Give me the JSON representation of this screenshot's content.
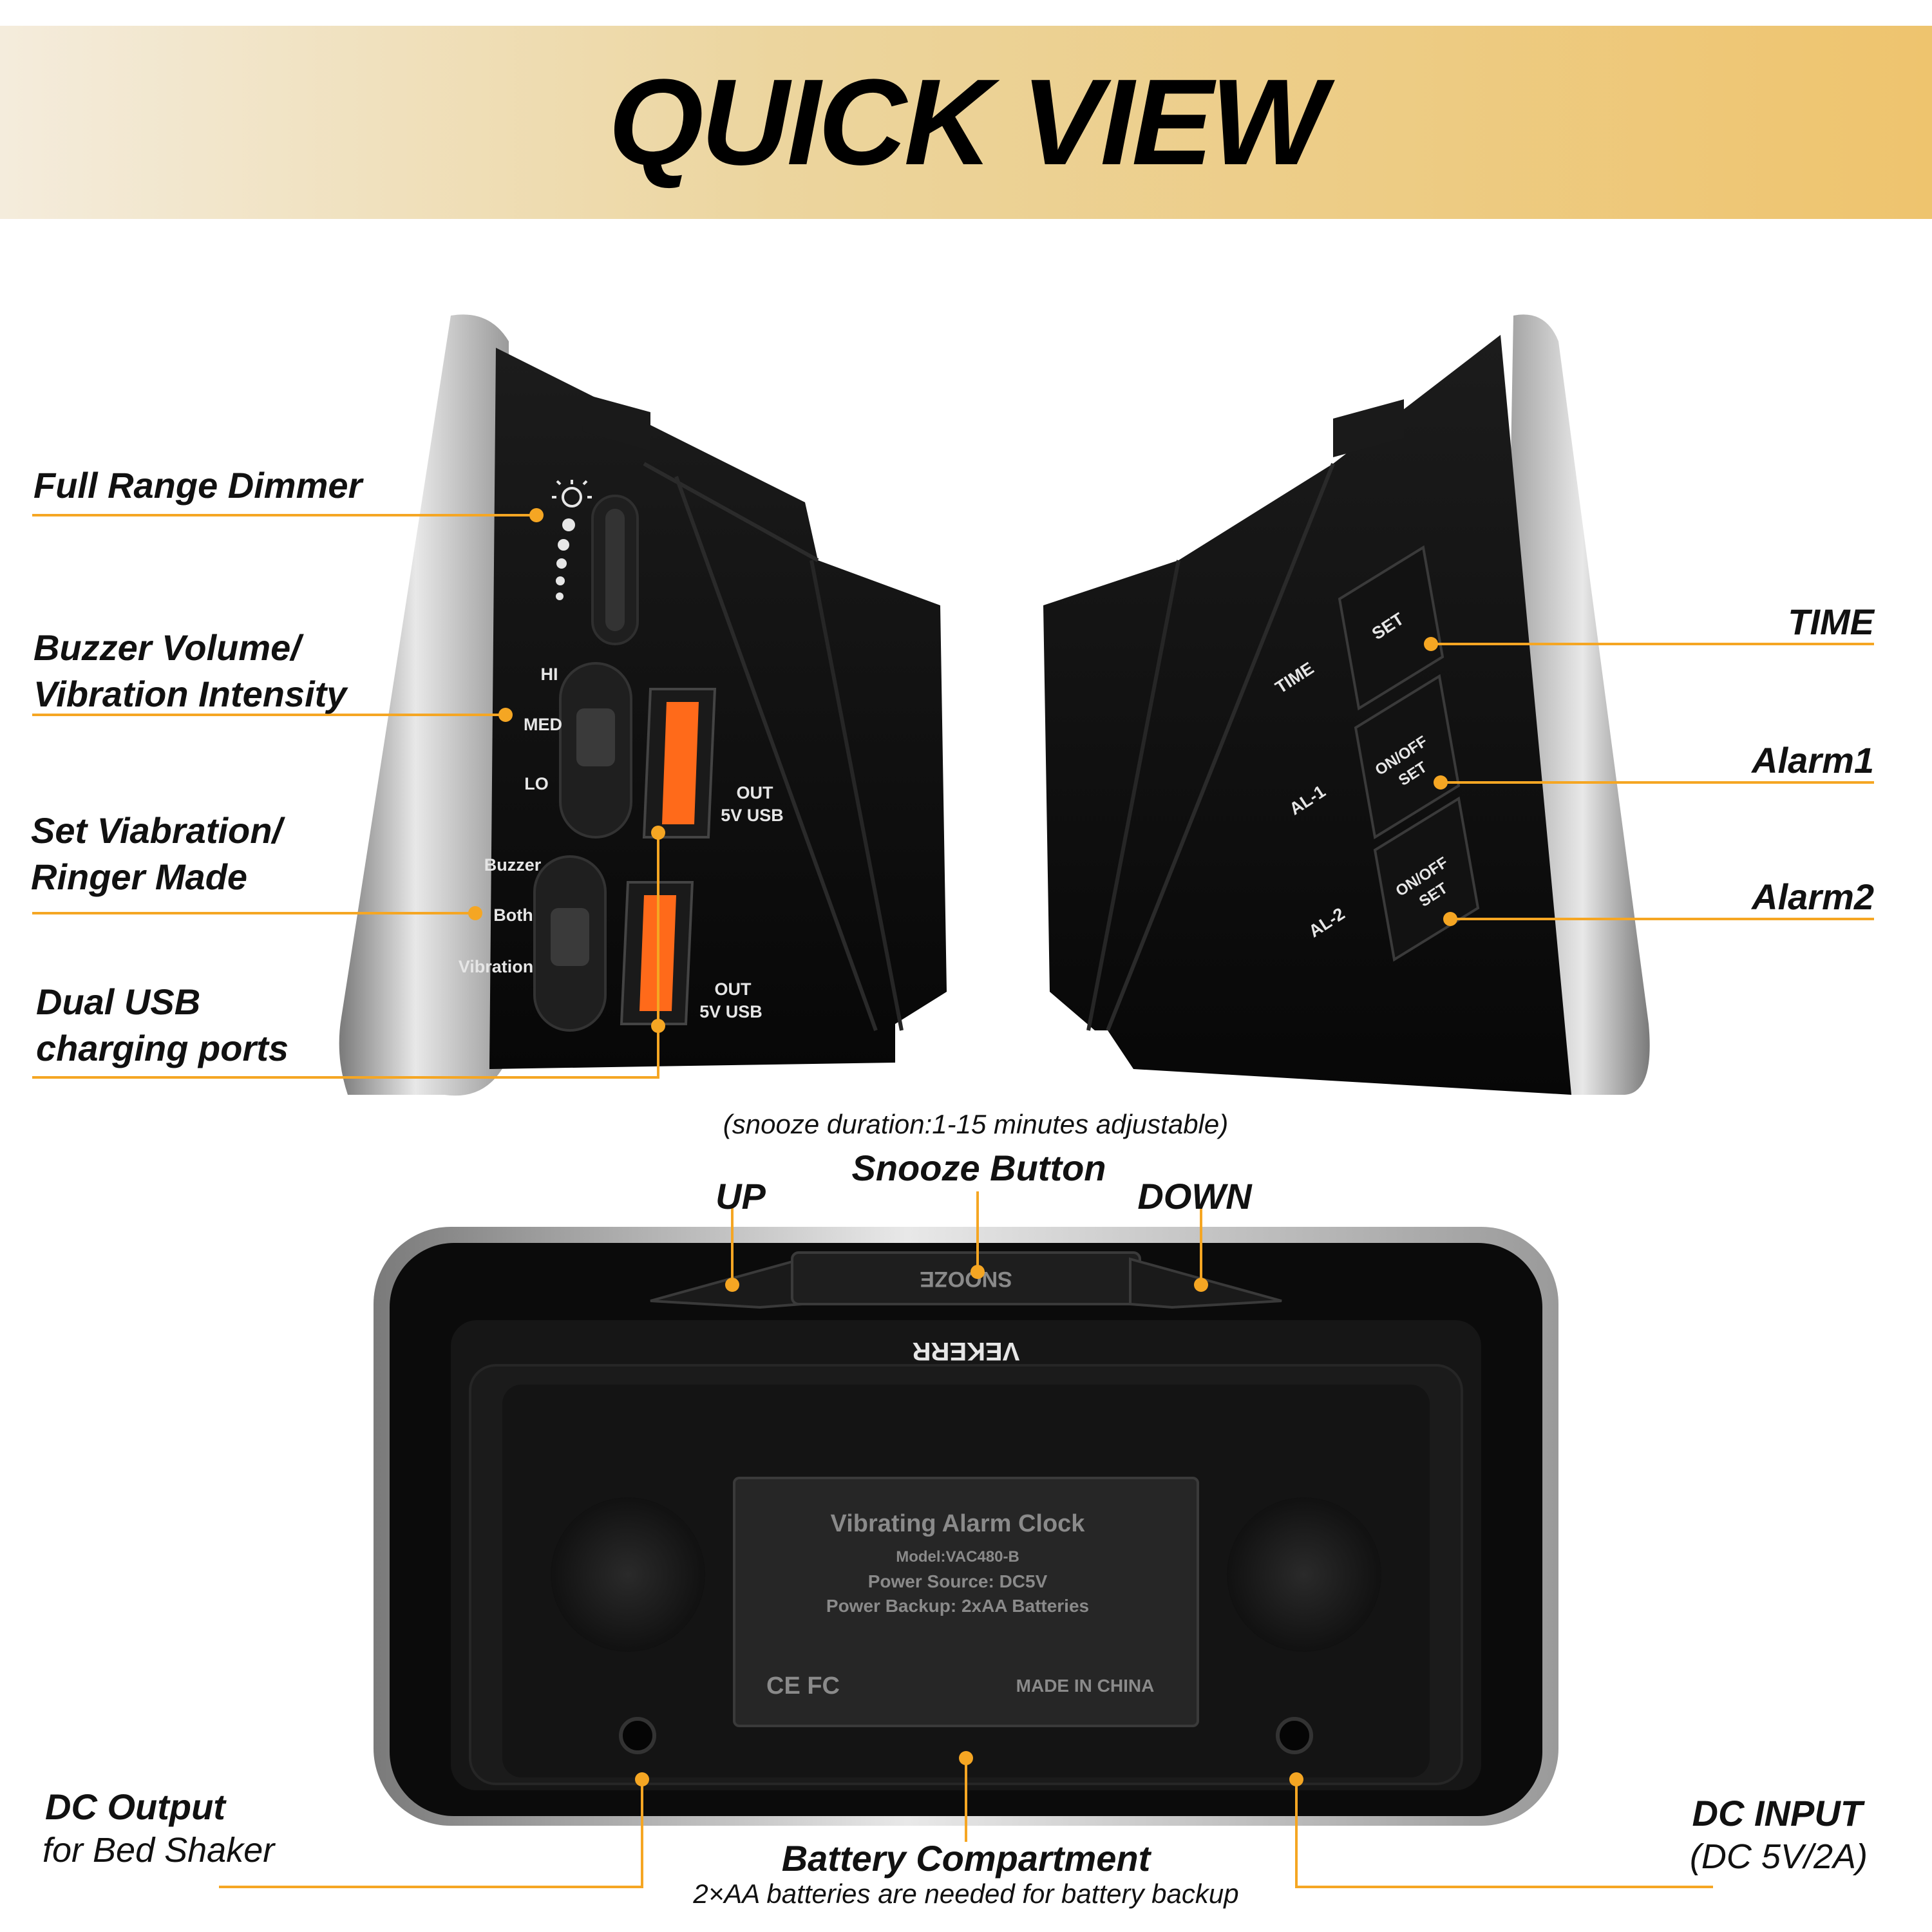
{
  "title": "QUICK VIEW",
  "left_view": {
    "callouts": {
      "dimmer": "Full Range Dimmer",
      "buzzer_line1": "Buzzer Volume/",
      "buzzer_line2": "Vibration Intensity",
      "mode_line1": "Set Viabration/",
      "mode_line2": "Ringer Made",
      "usb_line1": "Dual USB",
      "usb_line2": "charging ports"
    },
    "panel_labels": {
      "hi": "HI",
      "med": "MED",
      "lo": "LO",
      "buzzer": "Buzzer",
      "both": "Both",
      "vibration": "Vibration",
      "usb1_out": "OUT",
      "usb1_spec": "5V USB",
      "usb2_out": "OUT",
      "usb2_spec": "5V USB"
    }
  },
  "right_view": {
    "callouts": {
      "time": "TIME",
      "alarm1": "Alarm1",
      "alarm2": "Alarm2"
    },
    "panel_labels": {
      "time": "TIME",
      "set": "SET",
      "al1": "AL-1",
      "al1_btn_top": "ON/OFF",
      "al1_btn_bottom": "SET",
      "al2": "AL-2",
      "al2_btn_top": "ON/OFF",
      "al2_btn_bottom": "SET"
    }
  },
  "back_view": {
    "snooze_note": "(snooze duration:1-15 minutes adjustable)",
    "snooze_title": "Snooze Button",
    "up": "UP",
    "down": "DOWN",
    "brand": "VEKERR",
    "snooze_embossed": "SNOOZE",
    "sticker": {
      "title": "Vibrating Alarm Clock",
      "model": "Model:VAC480-B",
      "power_source": "Power Source: DC5V",
      "power_backup": "Power Backup: 2xAA Batteries",
      "certs": "CE FC",
      "made_in": "MADE IN CHINA"
    },
    "dc_output_title": "DC Output",
    "dc_output_sub": "for Bed Shaker",
    "battery_title": "Battery Compartment",
    "battery_sub": "2×AA batteries are needed for battery backup",
    "dc_input_title": "DC INPUT",
    "dc_input_sub": "(DC 5V/2A)"
  },
  "colors": {
    "accent": "#f5a623",
    "usb": "#ff6a1a",
    "device": "#0c0c0c",
    "trim": "#c8c8c8"
  }
}
